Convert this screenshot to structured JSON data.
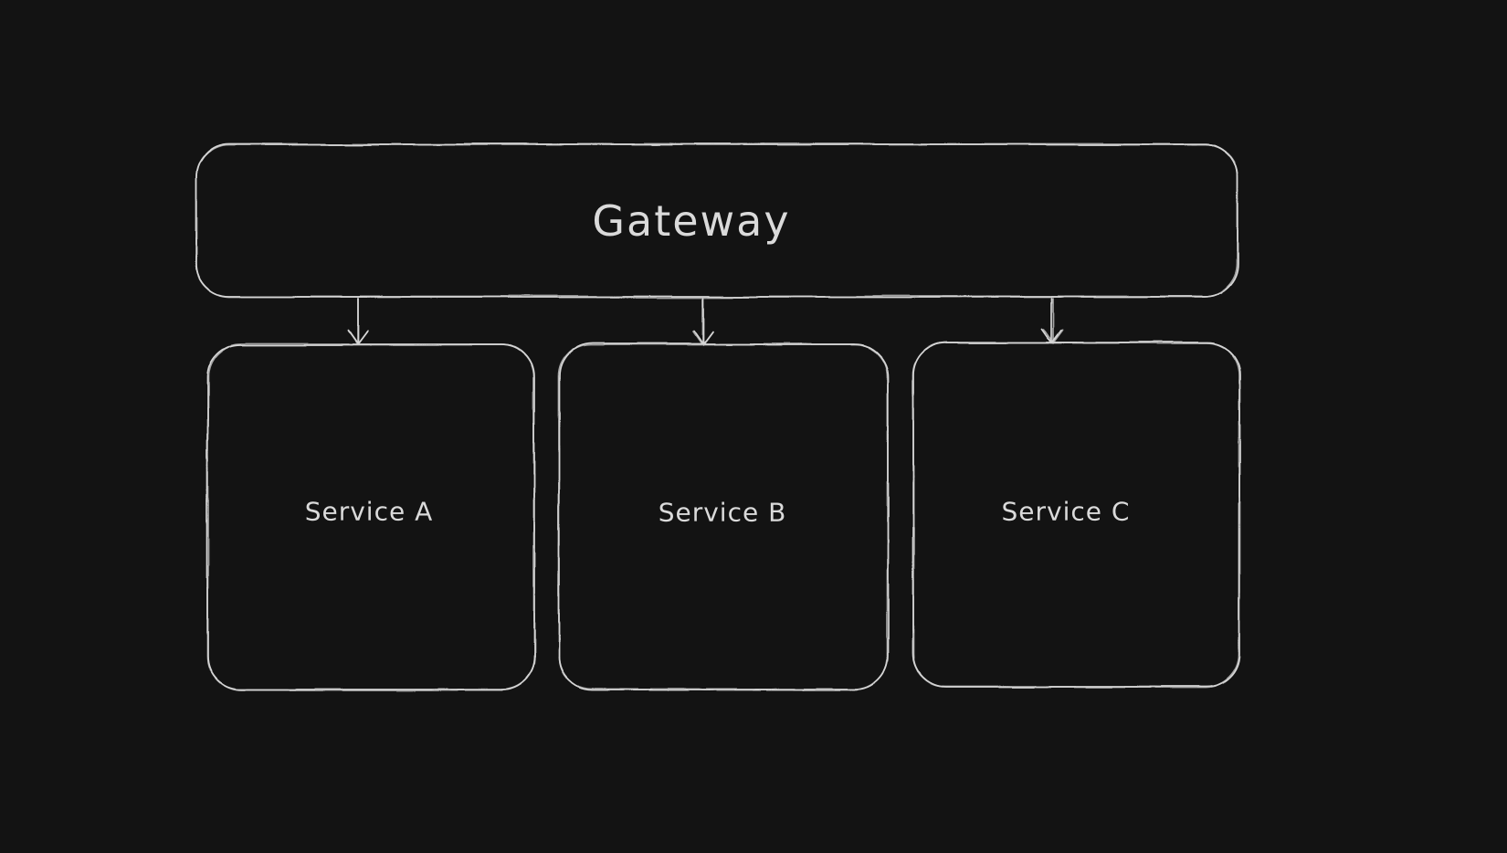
{
  "diagram": {
    "type": "flowchart",
    "background": "#131313",
    "stroke_color": "#d5d5d5",
    "text_color": "#dadada",
    "nodes": [
      {
        "id": "gateway",
        "label": "Gateway",
        "shape": "rounded-rectangle"
      },
      {
        "id": "service-a",
        "label": "Service A",
        "shape": "rounded-rectangle"
      },
      {
        "id": "service-b",
        "label": "Service B",
        "shape": "rounded-rectangle"
      },
      {
        "id": "service-c",
        "label": "Service C",
        "shape": "rounded-rectangle"
      }
    ],
    "edges": [
      {
        "from": "gateway",
        "to": "service-a",
        "style": "arrow-down"
      },
      {
        "from": "gateway",
        "to": "service-b",
        "style": "arrow-down"
      },
      {
        "from": "gateway",
        "to": "service-c",
        "style": "arrow-down"
      }
    ]
  }
}
